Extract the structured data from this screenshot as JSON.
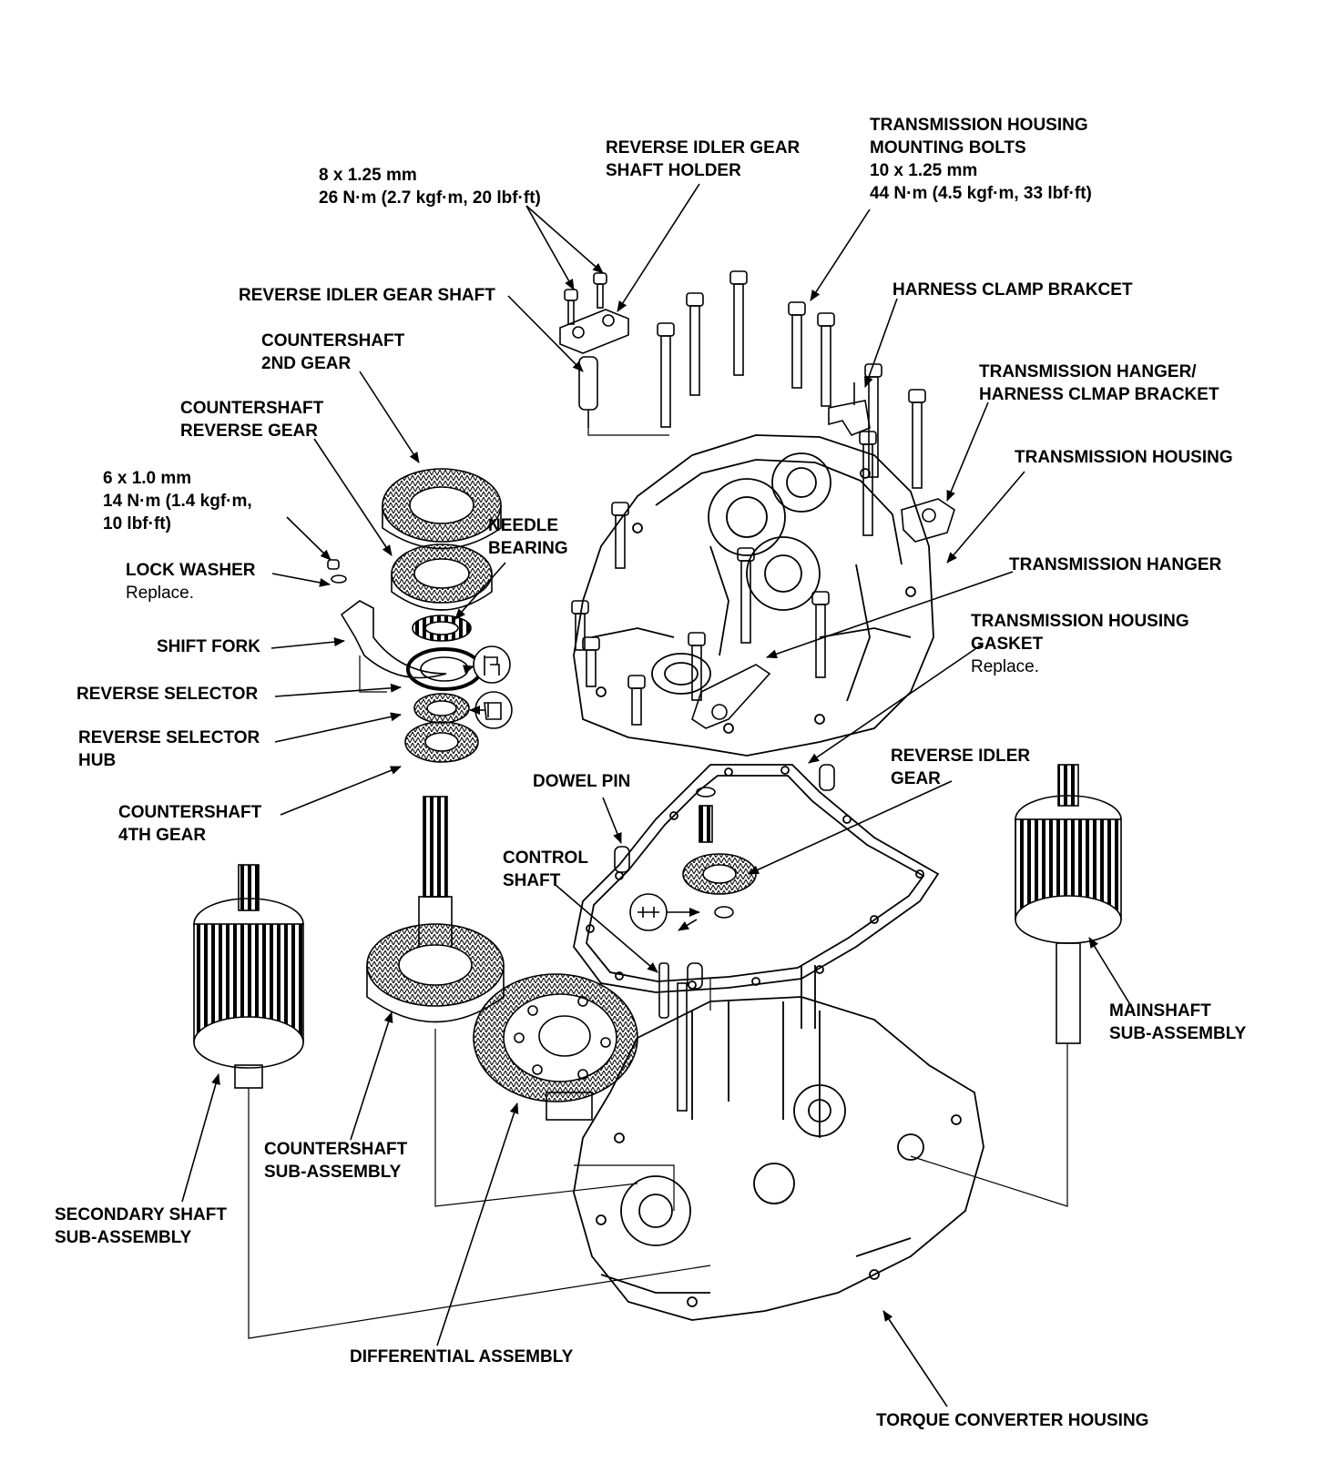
{
  "labels": {
    "bolts_8mm": {
      "lines": [
        "8 x 1.25 mm",
        "26 N·m (2.7 kgf·m, 20 lbf·ft)"
      ]
    },
    "reverse_idler_shaft_holder": {
      "lines": [
        "REVERSE IDLER GEAR",
        "SHAFT HOLDER"
      ]
    },
    "housing_mounting_bolts": {
      "lines": [
        "TRANSMISSION HOUSING",
        "MOUNTING BOLTS",
        "10 x 1.25 mm",
        "44 N·m (4.5 kgf·m, 33 lbf·ft)"
      ]
    },
    "reverse_idler_shaft": {
      "lines": [
        "REVERSE IDLER GEAR SHAFT"
      ]
    },
    "harness_clamp_bracket": {
      "lines": [
        "HARNESS CLAMP BRAKCET"
      ]
    },
    "countershaft_2nd": {
      "lines": [
        "COUNTERSHAFT",
        "2ND GEAR"
      ]
    },
    "hanger_clamp_bracket": {
      "lines": [
        "TRANSMISSION HANGER/",
        "HARNESS CLMAP BRACKET"
      ]
    },
    "countershaft_reverse": {
      "lines": [
        "COUNTERSHAFT",
        "REVERSE GEAR"
      ]
    },
    "transmission_housing": {
      "lines": [
        "TRANSMISSION HOUSING"
      ]
    },
    "bolt_6mm": {
      "lines": [
        "6 x 1.0 mm",
        "14 N·m (1.4 kgf·m,",
        "10 lbf·ft)"
      ]
    },
    "needle_bearing": {
      "lines": [
        "NEEDLE",
        "BEARING"
      ]
    },
    "lock_washer": {
      "lines": [
        "LOCK WASHER"
      ],
      "note": "Replace."
    },
    "transmission_hanger": {
      "lines": [
        "TRANSMISSION HANGER"
      ]
    },
    "shift_fork": {
      "lines": [
        "SHIFT FORK"
      ]
    },
    "housing_gasket": {
      "lines": [
        "TRANSMISSION HOUSING",
        "GASKET"
      ],
      "note": "Replace."
    },
    "reverse_selector": {
      "lines": [
        "REVERSE SELECTOR"
      ]
    },
    "reverse_selector_hub": {
      "lines": [
        "REVERSE SELECTOR",
        "HUB"
      ]
    },
    "reverse_idler_gear": {
      "lines": [
        "REVERSE IDLER",
        "GEAR"
      ]
    },
    "dowel_pin": {
      "lines": [
        "DOWEL PIN"
      ]
    },
    "countershaft_4th": {
      "lines": [
        "COUNTERSHAFT",
        "4TH GEAR"
      ]
    },
    "control_shaft": {
      "lines": [
        "CONTROL",
        "SHAFT"
      ]
    },
    "mainshaft": {
      "lines": [
        "MAINSHAFT",
        "SUB-ASSEMBLY"
      ]
    },
    "countershaft_sub": {
      "lines": [
        "COUNTERSHAFT",
        "SUB-ASSEMBLY"
      ]
    },
    "secondary_shaft": {
      "lines": [
        "SECONDARY SHAFT",
        "SUB-ASSEMBLY"
      ]
    },
    "differential": {
      "lines": [
        "DIFFERENTIAL ASSEMBLY"
      ]
    },
    "torque_converter": {
      "lines": [
        "TORQUE CONVERTER HOUSING"
      ]
    }
  },
  "icons": {
    "grease": "grease-symbol-icon",
    "oil": "oil-symbol-icon",
    "gasket_oil": "oil-symbol-icon"
  }
}
